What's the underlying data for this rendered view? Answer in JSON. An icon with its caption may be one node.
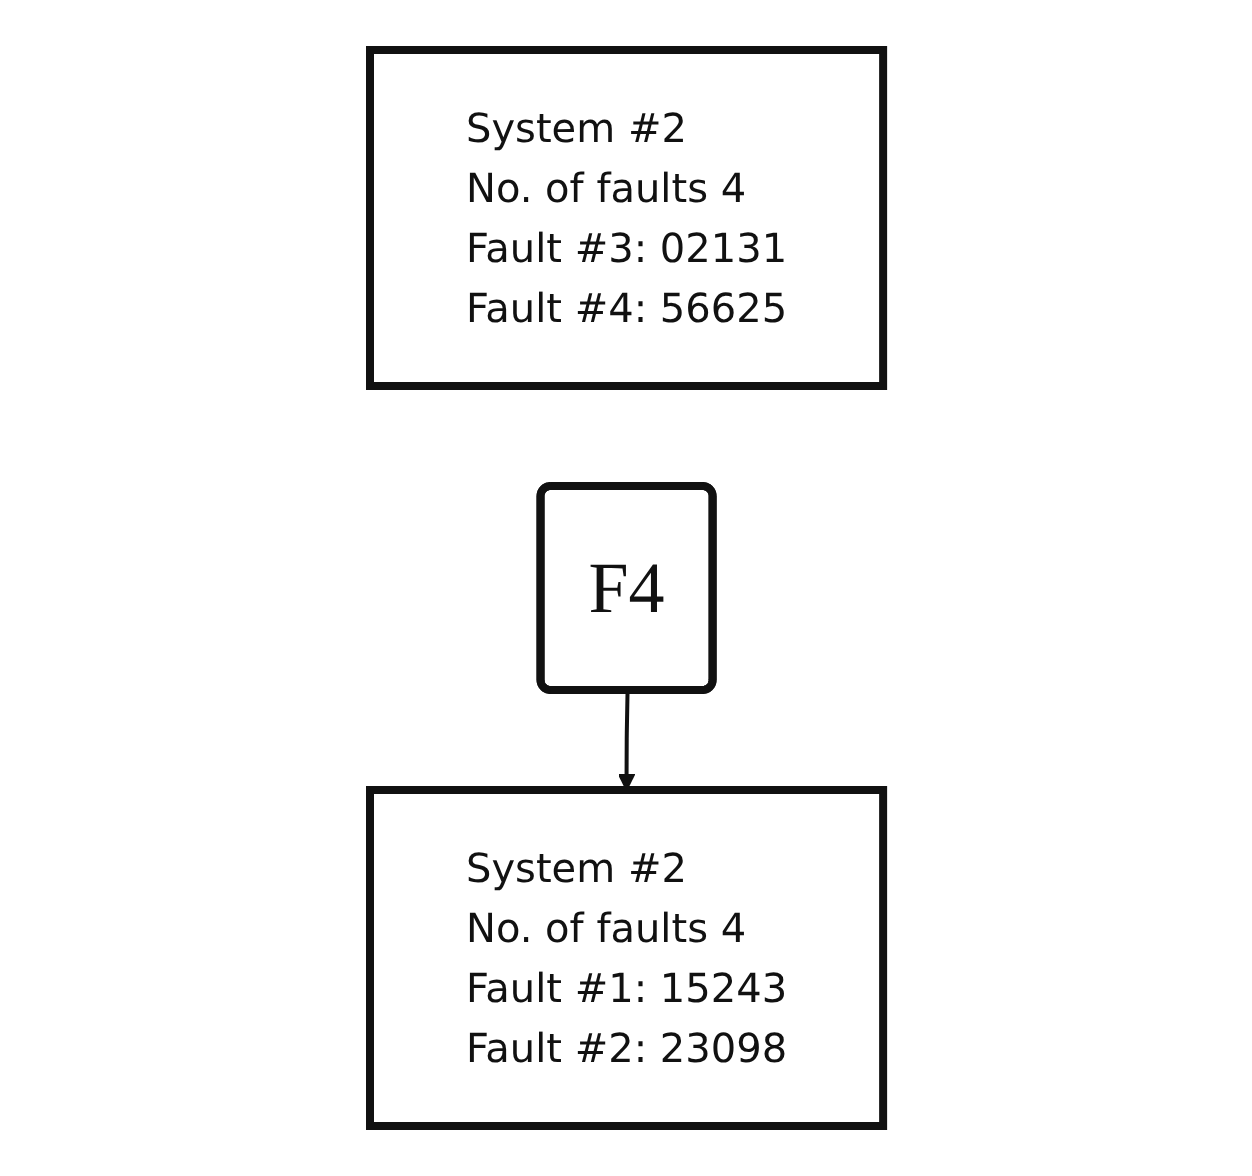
{
  "diagram": {
    "nodes": [
      {
        "text": [
          "System #2",
          "No. of faults 4",
          "Fault #3: 02131",
          "Fault #4: 56625"
        ]
      },
      {
        "text": [
          "F4"
        ]
      },
      {
        "text": [
          "System #2",
          "No. of faults 4",
          "Fault #1: 15243",
          "Fault #2: 23098"
        ]
      }
    ],
    "edges": [
      {
        "from": 1,
        "to": 2,
        "arrow": "to"
      }
    ]
  }
}
